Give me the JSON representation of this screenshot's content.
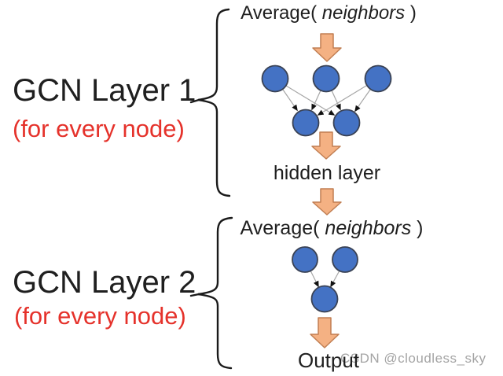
{
  "diagram": {
    "type": "gcn-architecture",
    "layer1": {
      "label": "GCN Layer 1",
      "sublabel": "(for every node)",
      "average": {
        "prefix": "Average( ",
        "emph": "neighbors",
        "suffix": " )"
      },
      "result_label": "hidden layer",
      "structure": {
        "input_nodes": 3,
        "output_nodes": 2,
        "edges": 6
      }
    },
    "layer2": {
      "label": "GCN Layer 2",
      "sublabel": "(for every node)",
      "average": {
        "prefix": "Average( ",
        "emph": "neighbors",
        "suffix": " )"
      },
      "result_label": "Output",
      "structure": {
        "input_nodes": 2,
        "output_nodes": 1,
        "edges": 2
      }
    }
  },
  "watermark": "CSDN @cloudless_sky",
  "colors": {
    "node_fill": "#4472C4",
    "node_border": "#3A4254",
    "arrow_fill": "#F4B183",
    "arrow_border": "#C17E52",
    "edge_line": "#A6A6A6",
    "edge_arrowhead": "#111111",
    "brace": "#1a1a1a",
    "red_text": "#E5322B",
    "black_text": "#1F1F1F",
    "watermark_gray": "#A4A4A4",
    "background": "#FFFFFF"
  }
}
